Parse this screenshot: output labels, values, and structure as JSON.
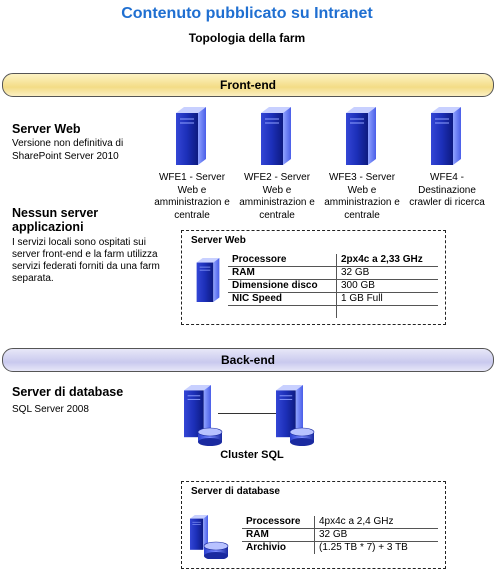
{
  "title": "Contenuto pubblicato su Intranet",
  "subtitle": "Topologia della farm",
  "front_end": {
    "label": "Front-end",
    "web_server": {
      "heading": "Server Web",
      "description": "Versione non definitiva di SharePoint Server 2010"
    },
    "app_server": {
      "heading": "Nessun server applicazioni",
      "description": "I servizi locali sono ospitati sui server front-end e la farm utilizza servizi federati forniti da una farm separata."
    },
    "servers": [
      {
        "caption": "WFE1 - Server Web e amministrazion e centrale",
        "icon": "server-tower-icon"
      },
      {
        "caption": "WFE2 - Server Web e amministrazion e centrale",
        "icon": "server-tower-icon"
      },
      {
        "caption": "WFE3 - Server Web e amministrazion e centrale",
        "icon": "server-tower-icon"
      },
      {
        "caption": "WFE4 - Destinazione crawler di ricerca",
        "icon": "server-tower-icon"
      }
    ],
    "spec_box": {
      "title": "Server Web",
      "rows": [
        {
          "key": "Processore",
          "value": "2px4c a 2,33 GHz"
        },
        {
          "key": "RAM",
          "value": "32 GB"
        },
        {
          "key": "Dimensione disco",
          "value": "300 GB"
        },
        {
          "key": "NIC Speed",
          "value": "1 GB Full"
        },
        {
          "key": "",
          "value": ""
        }
      ]
    }
  },
  "back_end": {
    "label": "Back-end",
    "db_server": {
      "heading": "Server di database",
      "description": "SQL Server 2008"
    },
    "cluster_label": "Cluster SQL",
    "spec_box": {
      "title": "Server di database",
      "rows": [
        {
          "key": "Processore",
          "value": "4px4c a 2,4 GHz"
        },
        {
          "key": "RAM",
          "value": "32 GB"
        },
        {
          "key": "Archivio",
          "value": "(1.25 TB * 7) + 3 TB"
        }
      ]
    }
  },
  "colors": {
    "title": "#1f6fd1",
    "server_blue": "#1b2fb0",
    "front_band": "#f3dc86",
    "back_band": "#c9c9ee"
  }
}
